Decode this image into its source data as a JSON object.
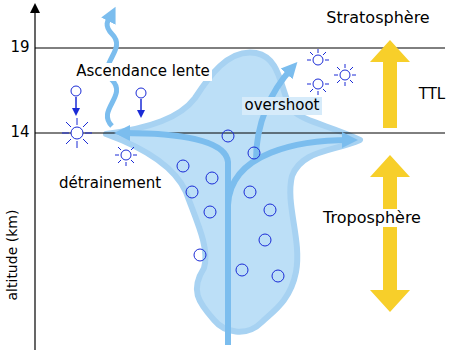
{
  "diagram": {
    "labels": [
      "Stratosphère",
      "19",
      "Ascendance lente",
      "TTL",
      "overshoot",
      "14",
      "détrainement",
      "Troposphère",
      "altitude (km)"
    ]
  }
}
